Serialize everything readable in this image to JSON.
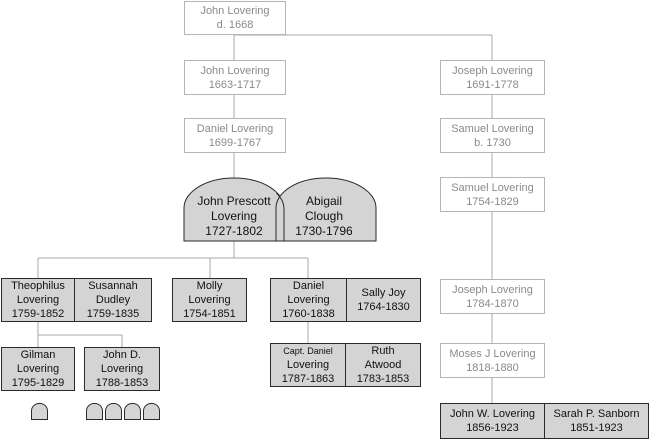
{
  "colors": {
    "solid_fill": "#d4d4d4",
    "solid_border": "#2a2a2a",
    "faded_border": "#b5b5b5",
    "faded_text": "#8a8a8a",
    "line": "#a8a8a8"
  },
  "people": {
    "john_lovering_1": {
      "name": "John Lovering",
      "dates": "d. 1668"
    },
    "john_lovering_2": {
      "name": "John Lovering",
      "dates": "1663-1717"
    },
    "daniel_lovering_1": {
      "name": "Daniel Lovering",
      "dates": "1699-1767"
    },
    "john_prescott": {
      "name1": "John Prescott",
      "name2": "Lovering",
      "dates": "1727-1802"
    },
    "abigail_clough": {
      "name1": "Abigail",
      "name2": "Clough",
      "dates": "1730-1796"
    },
    "theophilus": {
      "name1": "Theophilus",
      "name2": "Lovering",
      "dates": "1759-1852"
    },
    "susannah": {
      "name1": "Susannah",
      "name2": "Dudley",
      "dates": "1759-1835"
    },
    "molly": {
      "name1": "Molly",
      "name2": "Lovering",
      "dates": "1754-1851"
    },
    "daniel_lovering_2": {
      "name1": "Daniel",
      "name2": "Lovering",
      "dates": "1760-1838"
    },
    "sally_joy": {
      "name": "Sally Joy",
      "dates": "1764-1830"
    },
    "gilman": {
      "name1": "Gilman",
      "name2": "Lovering",
      "dates": "1795-1829"
    },
    "john_d": {
      "name1": "John D.",
      "name2": "Lovering",
      "dates": "1788-1853"
    },
    "capt_daniel": {
      "name1": "Capt. Daniel",
      "name2": "Lovering",
      "dates": "1787-1863"
    },
    "ruth_atwood": {
      "name1": "Ruth",
      "name2": "Atwood",
      "dates": "1783-1853"
    },
    "joseph_lovering_1": {
      "name": "Joseph Lovering",
      "dates": "1691-1778"
    },
    "samuel_lovering_1": {
      "name": "Samuel Lovering",
      "dates": "b. 1730"
    },
    "samuel_lovering_2": {
      "name": "Samuel Lovering",
      "dates": "1754-1829"
    },
    "joseph_lovering_2": {
      "name": "Joseph Lovering",
      "dates": "1784-1870"
    },
    "moses_j": {
      "name": "Moses J Lovering",
      "dates": "1818-1880"
    },
    "john_w": {
      "name": "John W. Lovering",
      "dates": "1856-1923"
    },
    "sarah_sanborn": {
      "name": "Sarah P. Sanborn",
      "dates": "1851-1923"
    }
  }
}
